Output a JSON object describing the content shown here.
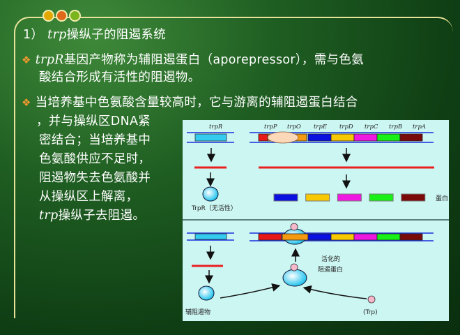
{
  "title": {
    "number": "1）",
    "italic": "trp",
    "rest": "操纵子的阻遏系统"
  },
  "bullet1": {
    "italic": "trpR",
    "line1": "基因产物称为辅阻遏蛋白（aporepressor），需与色氨",
    "line2": "酸结合形成有活性的阻遏物。"
  },
  "bullet2": {
    "line1": "当培养基中色氨酸含量较高时，它与游离的辅阻遏蛋白结合",
    "lines": [
      "，并与操纵区DNA紧",
      "密结合；当培养基中",
      "色氨酸供应不足时，",
      "阻遏物失去色氨酸并",
      "从操纵区上解离，"
    ],
    "last_italic": "trp",
    "last_rest": "操纵子去阻遏。"
  },
  "colors": {
    "dot1": "#e0a800",
    "dot2": "#e06a1a",
    "dot3": "#7ab51d",
    "bullet": "#f29a2e",
    "panel_border": "#e9e29a",
    "diagram_bg": "#ccf6f2",
    "cyan": "#33ccee",
    "mrna": "#e82020",
    "dna_line": "#1a2ee0"
  },
  "diagram": {
    "gene_labels": [
      "trpR",
      "trpP",
      "trpO",
      "trpE",
      "trpD",
      "trpC",
      "trpB",
      "trpA"
    ],
    "operon_colors": [
      "#e81818",
      "#f59a10",
      "#0a10e0",
      "#f8c800",
      "#f018e0",
      "#18f018",
      "#7a0a0a"
    ],
    "protein_colors": [
      "#0a10e0",
      "#f8c800",
      "#f018e0",
      "#18f018",
      "#7a0a0a"
    ],
    "inactive_label": "TrpR（无活性）",
    "protein_label": "蛋白",
    "active_label_1": "活化的",
    "active_label_2": "阻遏蛋白",
    "corepressor_label": "辅阻遏物",
    "trp_label": "(Trp)"
  }
}
